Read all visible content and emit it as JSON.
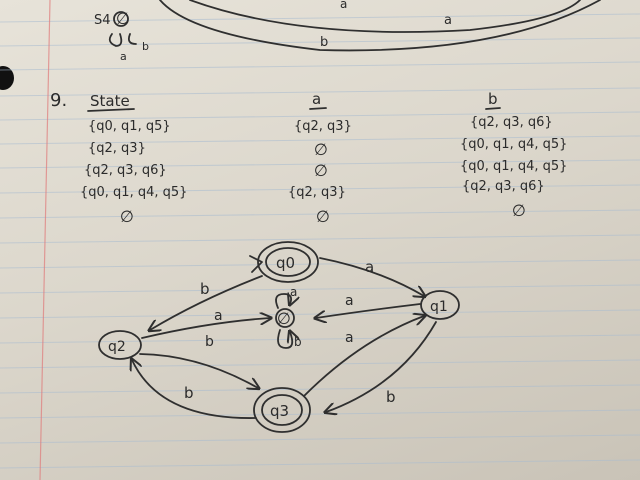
{
  "top_fragment": {
    "state_label": "S4",
    "empty_set": "∅",
    "loop_labels": [
      "a",
      "b"
    ],
    "arc_labels": [
      "a",
      "a",
      "b"
    ]
  },
  "problem_number": "9.",
  "table": {
    "headers": [
      "State",
      "a",
      "b"
    ],
    "rows": [
      [
        "{q0, q1, q5}",
        "{q2, q3}",
        "{q2, q3, q6}"
      ],
      [
        "{q2, q3}",
        "∅",
        "{q0, q1, q4, q5}"
      ],
      [
        "{q2, q3, q6}",
        "∅",
        "{q0, q1, q4, q5}"
      ],
      [
        "{q0, q1, q4, q5}",
        "{q2, q3}",
        "{q2, q3, q6}"
      ],
      [
        "∅",
        "∅",
        "∅"
      ]
    ]
  },
  "diagram": {
    "states": [
      {
        "id": "q0",
        "label": "q0",
        "accepting": true,
        "start": true
      },
      {
        "id": "q1",
        "label": "q1",
        "accepting": false,
        "start": false
      },
      {
        "id": "q2",
        "label": "q2",
        "accepting": false,
        "start": false
      },
      {
        "id": "q3",
        "label": "q3",
        "accepting": true,
        "start": false
      },
      {
        "id": "empty",
        "label": "∅",
        "accepting": false,
        "start": false
      }
    ],
    "transitions": [
      {
        "from": "q0",
        "to": "q1",
        "label": "a"
      },
      {
        "from": "q0",
        "to": "q2",
        "label": "b"
      },
      {
        "from": "q1",
        "to": "empty",
        "label": "a"
      },
      {
        "from": "q1",
        "to": "q3",
        "label": "b"
      },
      {
        "from": "q2",
        "to": "empty",
        "label": "a"
      },
      {
        "from": "q2",
        "to": "q3",
        "label": "b"
      },
      {
        "from": "q3",
        "to": "q1",
        "label": "a"
      },
      {
        "from": "q3",
        "to": "q2",
        "label": "b"
      },
      {
        "from": "empty",
        "to": "empty",
        "label": "a"
      },
      {
        "from": "empty",
        "to": "empty",
        "label": "b"
      }
    ]
  }
}
